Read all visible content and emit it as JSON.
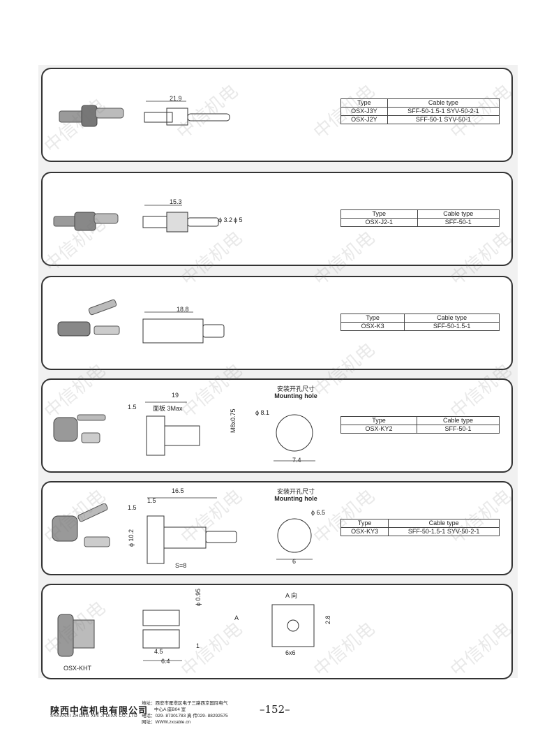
{
  "products": [
    {
      "id": "p1",
      "dims": [
        "21.9"
      ],
      "table": {
        "header": [
          "Type",
          "Cable type"
        ],
        "rows": [
          [
            "OSX-J3Y",
            "SFF-50-1.5-1   SYV-50-2-1"
          ],
          [
            "OSX-J2Y",
            "SFF-50-1          SYV-50-1"
          ]
        ]
      }
    },
    {
      "id": "p2",
      "dims": [
        "15.3",
        "ϕ 3.2",
        "ϕ 5"
      ],
      "table": {
        "header": [
          "Type",
          "Cable type"
        ],
        "rows": [
          [
            "OSX-J2-1",
            "SFF-50-1"
          ]
        ]
      }
    },
    {
      "id": "p3",
      "dims": [
        "18.8"
      ],
      "table": {
        "header": [
          "Type",
          "Cable type"
        ],
        "rows": [
          [
            "OSX-K3",
            "SFF-50-1.5-1"
          ]
        ]
      }
    },
    {
      "id": "p4",
      "dims": [
        "19",
        "1.5",
        "面板  3Max",
        "M8x0.75",
        "ϕ 8.1",
        "7.4"
      ],
      "hole_cn": "安装开孔尺寸",
      "hole_en": "Mounting hole",
      "table": {
        "header": [
          "Type",
          "Cable type"
        ],
        "rows": [
          [
            "OSX-KY2",
            "SFF-50-1"
          ]
        ]
      }
    },
    {
      "id": "p5",
      "dims": [
        "16.5",
        "1.5",
        "1.5",
        "ϕ 10.2",
        "S=8",
        "ϕ 6.5",
        "6"
      ],
      "hole_cn": "安装开孔尺寸",
      "hole_en": "Mounting hole",
      "table": {
        "header": [
          "Type",
          "Cable type"
        ],
        "rows": [
          [
            "OSX-KY3",
            "SFF-50-1.5-1  SYV-50-2-1"
          ]
        ]
      }
    },
    {
      "id": "p6",
      "dims": [
        "ϕ 0.95",
        "4.5",
        "6.4",
        "1",
        "A",
        "A 向",
        "2.8",
        "6x6"
      ],
      "model": "OSX-KHT"
    }
  ],
  "watermark": "中信机电",
  "footer": {
    "company_cn": "陕西中信机电有限公司",
    "company_en": "SHAANXI ZHONG XIN JI DIAN CO.,LTD",
    "address": "地址：西安市雁塔区电子三路西京国际电气",
    "address2": "中心A 座B04 室",
    "phone": "电话：029- 87301783     真  传029- 88292575",
    "web": "网址：WWW.zxcable.cn",
    "page": "–152–"
  }
}
